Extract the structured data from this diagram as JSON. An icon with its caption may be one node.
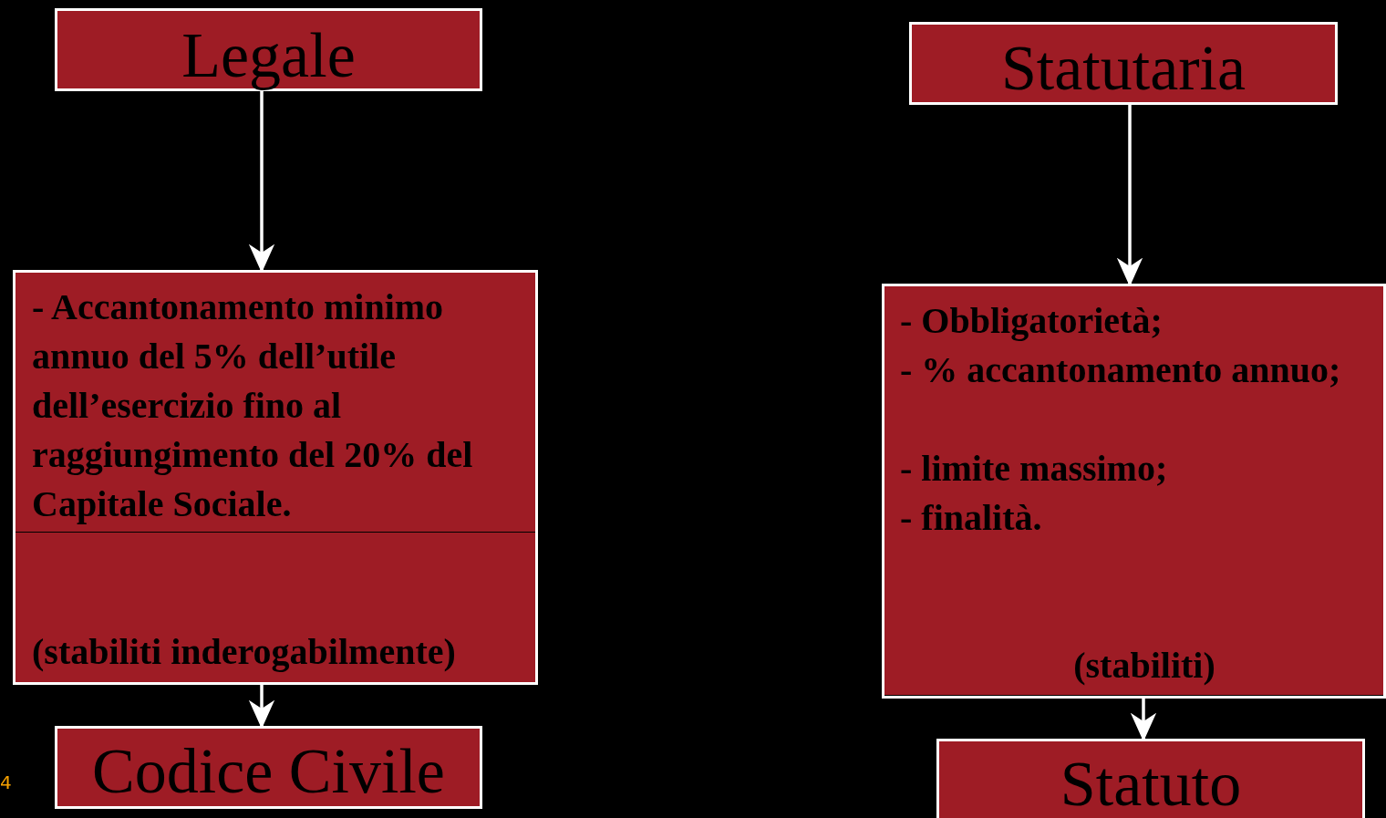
{
  "diagram": {
    "nodes": [
      {
        "text": [
          "Legale"
        ]
      },
      {
        "text": [
          "- Accantonamento minimo annuo del 5% dell’utile dell’esercizio fino al raggiungimento del 20% del Capitale Sociale.",
          "(stabiliti inderogabilmente)"
        ]
      },
      {
        "text": [
          "Codice Civile"
        ]
      },
      {
        "text": [
          "Statutaria"
        ]
      },
      {
        "text": [
          "- Obbligatorietà;",
          "- % accantonamento annuo;",
          "- limite massimo;",
          "- finalità.",
          "(stabiliti)"
        ]
      },
      {
        "text": [
          "Statuto"
        ]
      }
    ],
    "edges": [
      {
        "from": 0,
        "to": 1,
        "arrow": "to"
      },
      {
        "from": 1,
        "to": 2,
        "arrow": "to"
      },
      {
        "from": 3,
        "to": 4,
        "arrow": "to"
      },
      {
        "from": 4,
        "to": 5,
        "arrow": "to"
      }
    ],
    "labels": [
      "4"
    ]
  }
}
